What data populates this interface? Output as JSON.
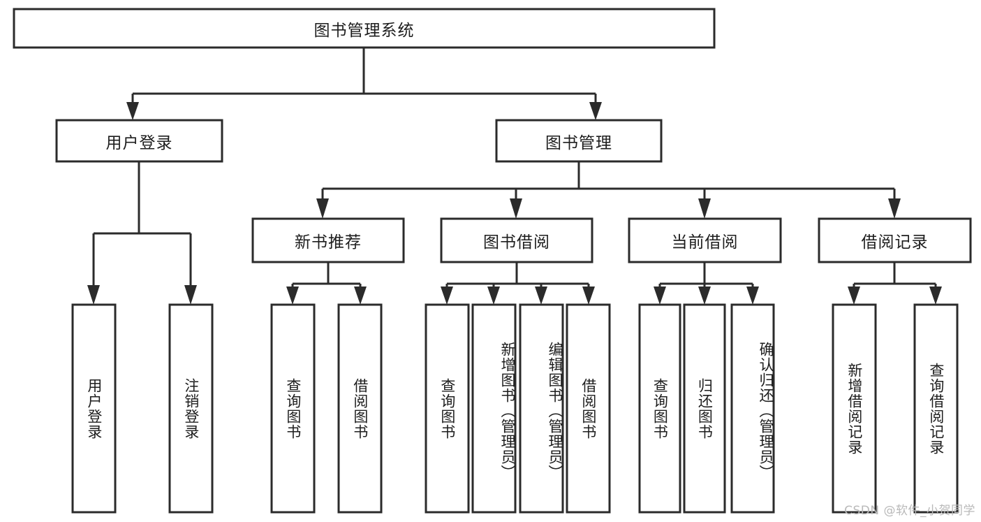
{
  "diagram": {
    "title": "图书管理系统",
    "type": "hierarchy-tree",
    "watermark": "CSDN @软件_小贺同学",
    "colors": {
      "stroke": "#2b2b2b",
      "fill": "#ffffff",
      "text": "#1d1d1d",
      "watermark": "#b9b9b9",
      "background": "#ffffff"
    },
    "levels": {
      "root": {
        "label": "图书管理系统"
      },
      "level2": [
        {
          "label": "用户登录"
        },
        {
          "label": "图书管理"
        }
      ],
      "level3": [
        {
          "label": "新书推荐"
        },
        {
          "label": "图书借阅"
        },
        {
          "label": "当前借阅"
        },
        {
          "label": "借阅记录"
        }
      ],
      "leaves": [
        {
          "label": "用户登录"
        },
        {
          "label": "注销登录"
        },
        {
          "label": "查询图书"
        },
        {
          "label": "借阅图书"
        },
        {
          "label": "查询图书"
        },
        {
          "label": "新增图书（管理员）"
        },
        {
          "label": "编辑图书（管理员）"
        },
        {
          "label": "借阅图书"
        },
        {
          "label": "查询图书"
        },
        {
          "label": "归还图书"
        },
        {
          "label": "确认归还（管理员）"
        },
        {
          "label": "新增借阅记录"
        },
        {
          "label": "查询借阅记录"
        }
      ]
    },
    "groups": [
      {
        "parent": "用户登录",
        "children": [
          "用户登录",
          "注销登录"
        ]
      },
      {
        "parent": "新书推荐",
        "children": [
          "查询图书",
          "借阅图书"
        ]
      },
      {
        "parent": "图书借阅",
        "children": [
          "查询图书",
          "新增图书（管理员）",
          "编辑图书（管理员）",
          "借阅图书"
        ]
      },
      {
        "parent": "当前借阅",
        "children": [
          "查询图书",
          "归还图书",
          "确认归还（管理员）"
        ]
      },
      {
        "parent": "借阅记录",
        "children": [
          "新增借阅记录",
          "查询借阅记录"
        ]
      },
      {
        "parent": "图书管理",
        "children": [
          "新书推荐",
          "图书借阅",
          "当前借阅",
          "借阅记录"
        ]
      },
      {
        "parent": "图书管理系统",
        "children": [
          "用户登录",
          "图书管理"
        ]
      }
    ]
  }
}
